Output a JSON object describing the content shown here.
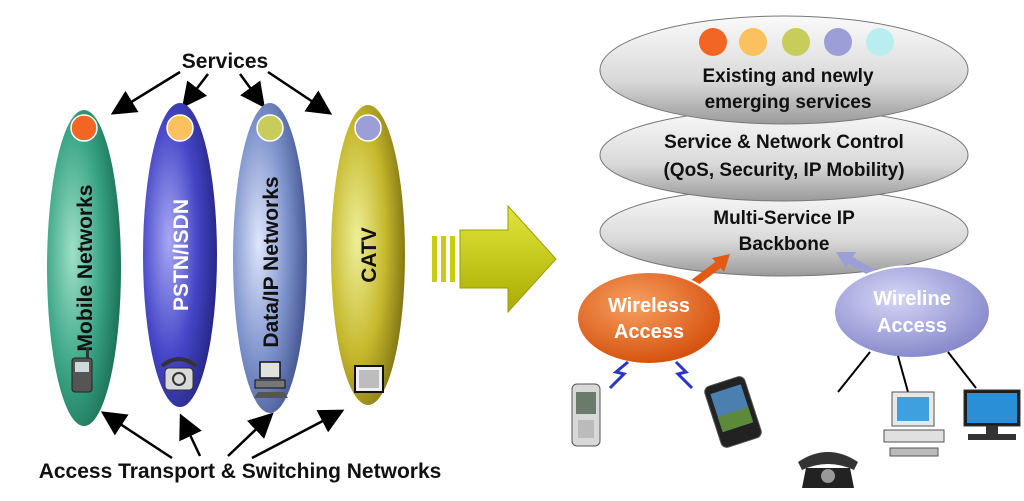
{
  "left": {
    "top_label": "Services",
    "bottom_label": "Access Transport & Switching Networks",
    "networks": [
      {
        "label": "Mobile Networks",
        "dot": "#f26522",
        "icon": "mobile-phone-icon"
      },
      {
        "label": "PSTN/ISDN",
        "dot": "#fbc15e",
        "icon": "telephone-icon"
      },
      {
        "label": "Data/IP Networks",
        "dot": "#c8cc5a",
        "icon": "computer-icon"
      },
      {
        "label": "CATV",
        "dot": "#9c9ed8",
        "icon": "television-icon"
      }
    ]
  },
  "right": {
    "layers": [
      {
        "line1": "Existing and newly",
        "line2": "emerging services"
      },
      {
        "line1": "Service & Network Control",
        "line2": "(QoS, Security, IP Mobility)"
      },
      {
        "line1": "Multi-Service IP",
        "line2": "Backbone"
      }
    ],
    "service_dots": [
      "#f26522",
      "#fbc15e",
      "#c8cc5a",
      "#9c9ed8",
      "#b8eef0"
    ],
    "wireless": {
      "line1": "Wireless",
      "line2": "Access",
      "color": "#e35b12"
    },
    "wireline": {
      "line1": "Wireline",
      "line2": "Access",
      "color": "#9c9ed8"
    }
  },
  "colors": {
    "mobile": "#2f9e80",
    "pstn": "#4b4bd0",
    "data": "#6f88c8",
    "catv": "#c4b62a",
    "arrow": "#c9cc10"
  }
}
